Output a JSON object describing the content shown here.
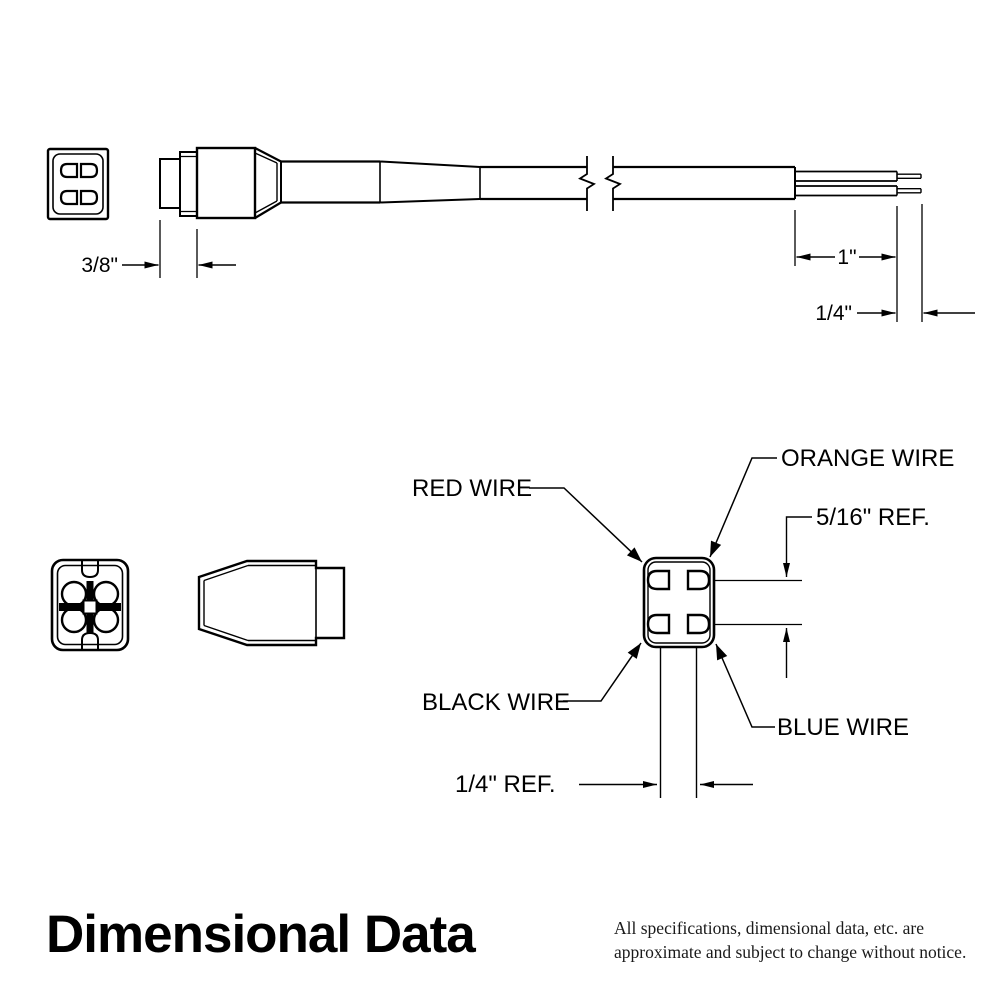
{
  "drawing": {
    "top_assembly": {
      "dim_connector_depth": "3/8\"",
      "dim_lead_length": "1\"",
      "dim_strip_length": "1/4\""
    },
    "pinout": {
      "label_red": "RED WIRE",
      "label_orange": "ORANGE WIRE",
      "label_black": "BLACK WIRE",
      "label_blue": "BLUE WIRE",
      "dim_pin_vertical": "5/16\" REF.",
      "dim_pin_spacing": "1/4\" REF."
    },
    "footer": {
      "title": "Dimensional Data",
      "disclaimer_line1": "All specifications, dimensional data, etc. are",
      "disclaimer_line2": "approximate and subject to change without notice."
    },
    "colors": {
      "line": "#000000",
      "background": "#ffffff"
    }
  }
}
